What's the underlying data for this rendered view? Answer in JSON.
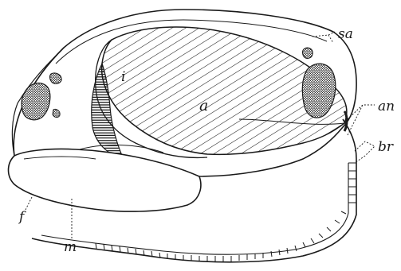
{
  "labels": {
    "sa": "sa",
    "an": "an",
    "br": "br",
    "i": "i",
    "a": "a",
    "f": "f",
    "m": "m"
  },
  "colors": {
    "ink": "#1a1a1a",
    "paper": "#ffffff"
  }
}
